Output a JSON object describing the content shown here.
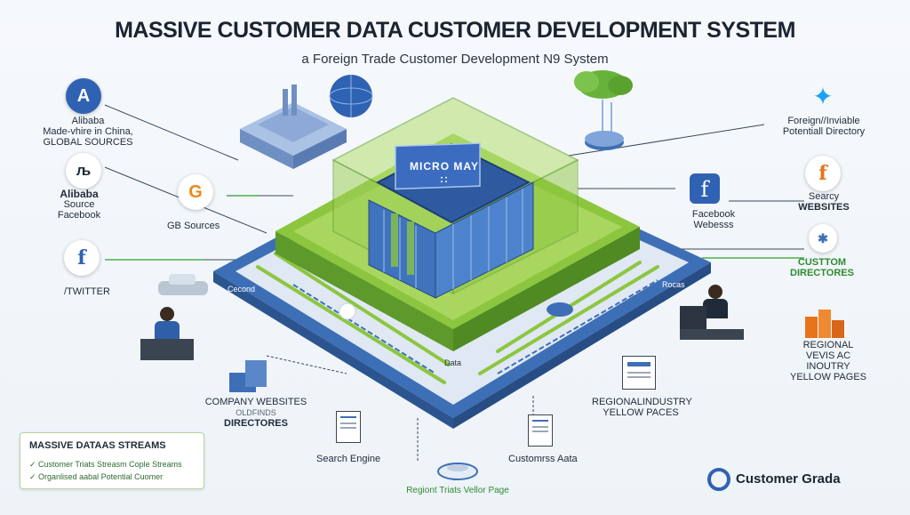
{
  "title": "MASSIVE CUSTOMER DATA CUSTOMER DEVELOPMENT SYSTEM",
  "subtitle": "a Foreign Trade Customer Development N9 System",
  "chip_label": "MICRO MAY ::",
  "left_sources": {
    "alibaba_block": [
      "Alibaba",
      "Made-vhire in China,",
      "GLOBAL SOURCES"
    ],
    "alibaba2_block": [
      "Alibaba",
      "Source",
      "Facebook"
    ],
    "gb_sources": "GB Sources",
    "twitter": "/TWITTER"
  },
  "right_sources": {
    "foreign": [
      "Foreign//Inviable",
      "Potentiall Directory"
    ],
    "facebook": [
      "Facebook",
      "Webesss"
    ],
    "search": [
      "Searcy",
      "WEBSITES"
    ],
    "custom": [
      "CUSTTOM",
      "DIRECTORES"
    ],
    "regional": [
      "REGIONAL",
      "VEVIS AC",
      "INOUTRY",
      "YELLOW PAGES"
    ]
  },
  "bottom": {
    "company": [
      "COMPANY WEBSITES",
      "OLDFINDS",
      "DIRECTORES"
    ],
    "search_engine": "Search Engine",
    "customrss": "Customrss Aata",
    "regional_industry": [
      "REGIONALINDUSTRY",
      "YELLOW PACES"
    ],
    "bottom_center": "Regiont Triats Vellor Page",
    "data_label": "Data"
  },
  "platform_labels": {
    "left": "Cecond",
    "right": "Rocas"
  },
  "legend": {
    "title": "MASSIVE DATAAS STREAMS",
    "items": [
      "Customer Triats Streasm Cople Streams",
      "Organlised aabal Potential Cuomer"
    ]
  },
  "brand": "Customer Grada",
  "colors": {
    "green": "#8cc63f",
    "blue": "#3d6fb6",
    "dark": "#1b2430"
  }
}
